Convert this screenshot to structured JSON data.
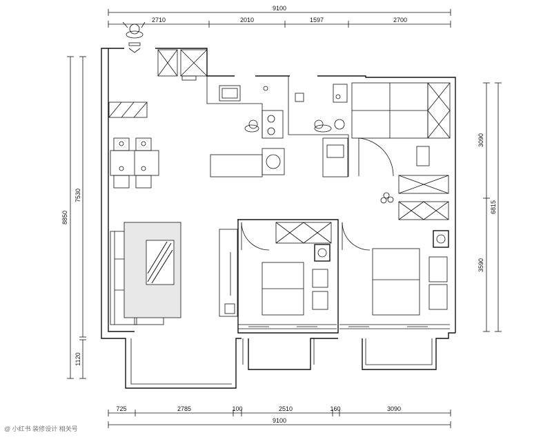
{
  "dimensions": {
    "top_total": "9100",
    "top_segments": [
      "2710",
      "2010",
      "1597",
      "2700"
    ],
    "bottom_segments": [
      "725",
      "2785",
      "100",
      "2510",
      "160",
      "3090"
    ],
    "bottom_total": "9100",
    "left_outer": "8850",
    "left_inner": "7530",
    "left_bottom": "1120",
    "right_upper": "3090",
    "right_lower": "3590",
    "right_total": "6815"
  },
  "watermark": "@ 小红书 装修设计  相关号"
}
